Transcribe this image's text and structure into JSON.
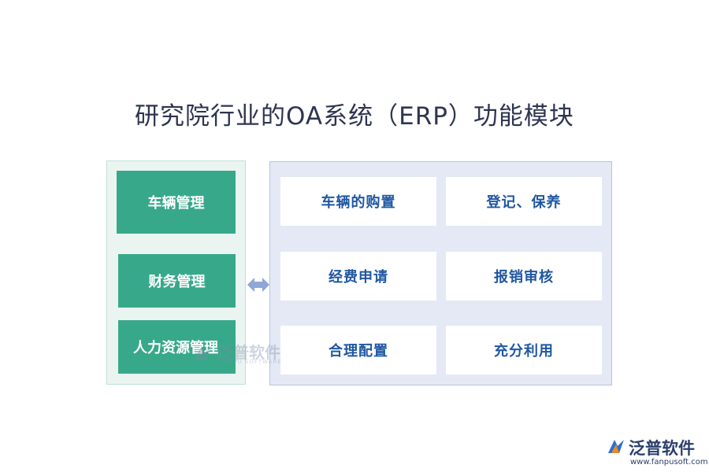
{
  "title": "研究院行业的OA系统（ERP）功能模块",
  "modules": [
    {
      "label": "车辆管理"
    },
    {
      "label": "财务管理"
    },
    {
      "label": "人力资源管理"
    }
  ],
  "functions": [
    {
      "label": "车辆的购置"
    },
    {
      "label": "登记、保养"
    },
    {
      "label": "经费申请"
    },
    {
      "label": "报销审核"
    },
    {
      "label": "合理配置"
    },
    {
      "label": "充分利用"
    }
  ],
  "watermark": {
    "name": "泛普软件",
    "sub": "FANPU SOFTWARE"
  },
  "brand": {
    "name": "泛普软件",
    "url": "www.fanpusoft.com"
  },
  "colors": {
    "module_fill": "#37a98a",
    "left_panel": "#eaf5f2",
    "right_panel": "#e4e9f5",
    "function_text": "#1f57a3",
    "arrow": "#8fa6d8"
  },
  "icons": [
    "double-arrow-icon",
    "fanpu-logo-icon"
  ]
}
